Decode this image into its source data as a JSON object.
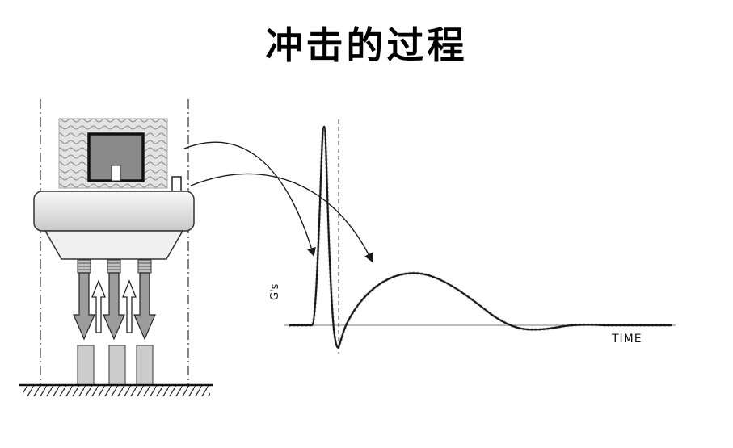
{
  "title": "冲击的过程",
  "graph": {
    "y_axis_label": "G's",
    "x_axis_label": "TIME"
  },
  "colors": {
    "line": "#1a1a1a",
    "arrow_fill": "#9c9c9c",
    "cushion_fill": "#e3e3e3",
    "product_fill": "#8a8a8a"
  }
}
